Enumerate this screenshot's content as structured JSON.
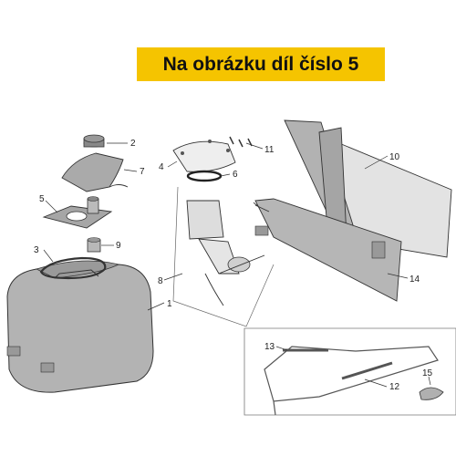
{
  "banner": {
    "text": "Na obrázku díl číslo 5",
    "background": "#f5c400"
  },
  "callouts": {
    "c1": "1",
    "c2": "2",
    "c3": "3",
    "c4": "4",
    "c5": "5",
    "c6": "6",
    "c7": "7",
    "c8": "8",
    "c9": "9",
    "c10": "10",
    "c11": "11",
    "c12": "12",
    "c13": "13",
    "c14": "14",
    "c15": "15"
  },
  "colors": {
    "part_fill": "#b0b0b0",
    "part_dark": "#8a8a8a",
    "line": "#333333"
  }
}
